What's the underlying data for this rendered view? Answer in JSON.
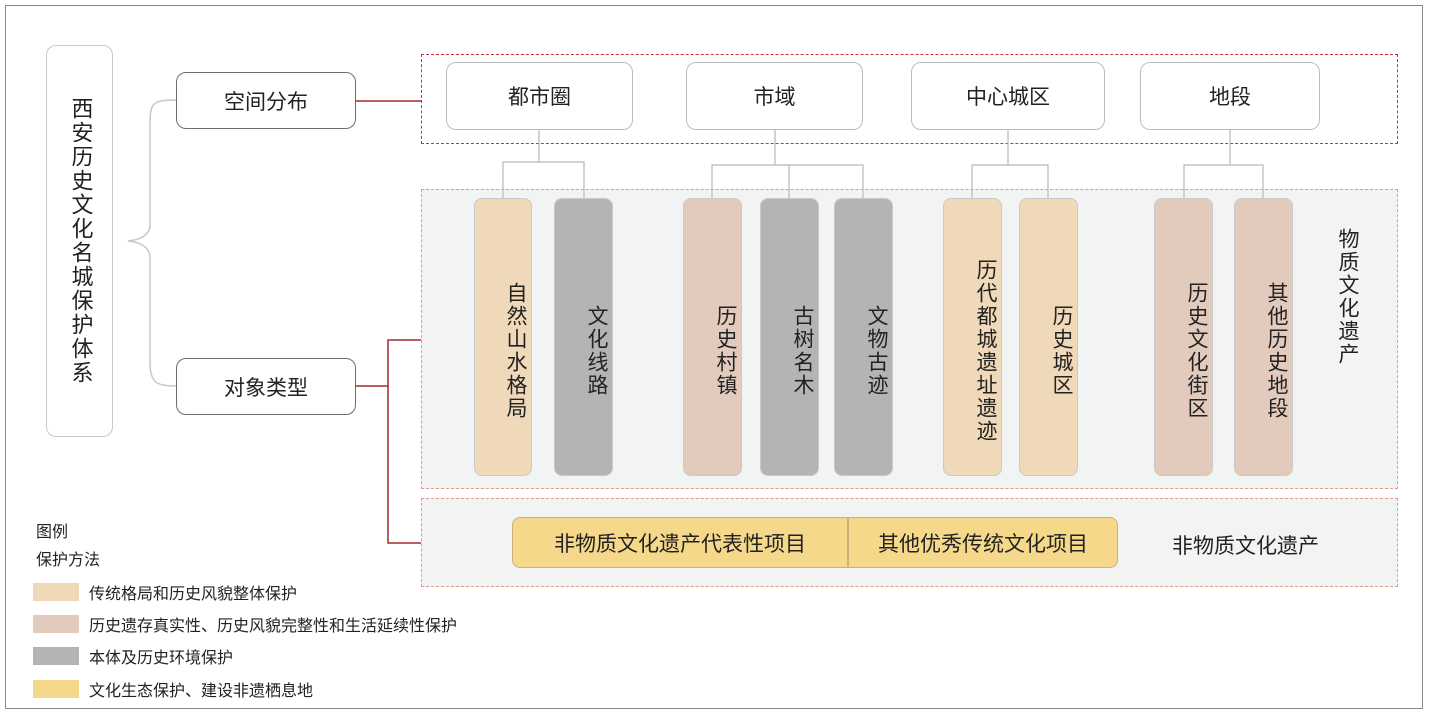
{
  "colors": {
    "frame": "#8a8a8a",
    "red_line": "#a52a2a",
    "band_top_border": "#c8343a",
    "band_bottom_border": "#e39a8a",
    "band_fill": "#f2f4f3",
    "connector": "#b8b8b8",
    "beige": "#f0d9b8",
    "rose": "#e2cbbd",
    "grey": "#b6b3b5",
    "yellow": "#f5d889"
  },
  "root": {
    "label": "西安历史文化名城保护体系"
  },
  "categories": {
    "spatial": "空间分布",
    "object": "对象类型"
  },
  "levels": [
    {
      "label": "都市圈"
    },
    {
      "label": "市域"
    },
    {
      "label": "中心城区"
    },
    {
      "label": "地段"
    }
  ],
  "items": [
    {
      "label": "自然山水格局",
      "color": "beige"
    },
    {
      "label": "文化线路",
      "color": "grey"
    },
    {
      "label": "历史村镇",
      "color": "rose"
    },
    {
      "label": "古树名木",
      "color": "grey"
    },
    {
      "label": "文物古迹",
      "color": "grey"
    },
    {
      "label": "历代都城遗址遗迹",
      "color": "beige"
    },
    {
      "label": "历史城区",
      "color": "beige"
    },
    {
      "label": "历史文化街区",
      "color": "rose"
    },
    {
      "label": "其他历史地段",
      "color": "rose"
    }
  ],
  "tangible_label": "物质文化遗产",
  "intangible": {
    "label": "非物质文化遗产",
    "items": [
      {
        "label": "非物质文化遗产代表性项目",
        "color": "yellow"
      },
      {
        "label": "其他优秀传统文化项目",
        "color": "yellow"
      }
    ]
  },
  "legend": {
    "title": "图例",
    "subtitle": "保护方法",
    "entries": [
      {
        "label": "传统格局和历史风貌整体保护",
        "color": "beige"
      },
      {
        "label": "历史遗存真实性、历史风貌完整性和生活延续性保护",
        "color": "rose"
      },
      {
        "label": "本体及历史环境保护",
        "color": "grey"
      },
      {
        "label": "文化生态保护、建设非遗栖息地",
        "color": "yellow"
      }
    ]
  }
}
